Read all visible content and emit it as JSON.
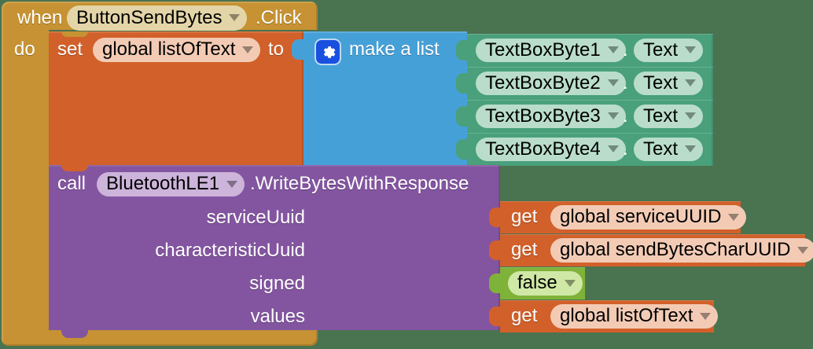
{
  "app": "MIT App Inventor Blocks Editor",
  "canvas": {
    "background_color": "#4a7350"
  },
  "event_block": {
    "color": "#c69233",
    "when_label": "when",
    "component": "ButtonSendBytes",
    "event_suffix": ".Click",
    "do_label": "do",
    "dropdown_icon": "chevron-down-icon"
  },
  "set_block": {
    "color": "#d2602a",
    "set_label": "set",
    "variable": "global listOfText",
    "to_label": "to",
    "dropdown_icon": "chevron-down-icon"
  },
  "make_a_list_block": {
    "color": "#46a0d8",
    "label": "make a list",
    "mutator_icon": "gear-icon",
    "items": [
      {
        "component": "TextBoxByte1",
        "separator": ".",
        "property": "Text"
      },
      {
        "component": "TextBoxByte2",
        "separator": ".",
        "property": "Text"
      },
      {
        "component": "TextBoxByte3",
        "separator": ".",
        "property": "Text"
      },
      {
        "component": "TextBoxByte4",
        "separator": ".",
        "property": "Text"
      }
    ],
    "item_color": "#49a07b",
    "dropdown_icon": "chevron-down-icon"
  },
  "call_block": {
    "color": "#8355a0",
    "call_label": "call",
    "component": "BluetoothLE1",
    "method": ".WriteBytesWithResponse",
    "dropdown_icon": "chevron-down-icon",
    "args": [
      {
        "name": "serviceUuid",
        "value_kind": "get",
        "get_label": "get",
        "value": "global serviceUUID",
        "value_color": "#d2602a"
      },
      {
        "name": "characteristicUuid",
        "value_kind": "get",
        "get_label": "get",
        "value": "global sendBytesCharUUID",
        "value_color": "#d2602a"
      },
      {
        "name": "signed",
        "value_kind": "boolean",
        "get_label": "",
        "value": "false",
        "value_color": "#7fb238"
      },
      {
        "name": "values",
        "value_kind": "get",
        "get_label": "get",
        "value": "global listOfText",
        "value_color": "#d2602a"
      }
    ]
  }
}
